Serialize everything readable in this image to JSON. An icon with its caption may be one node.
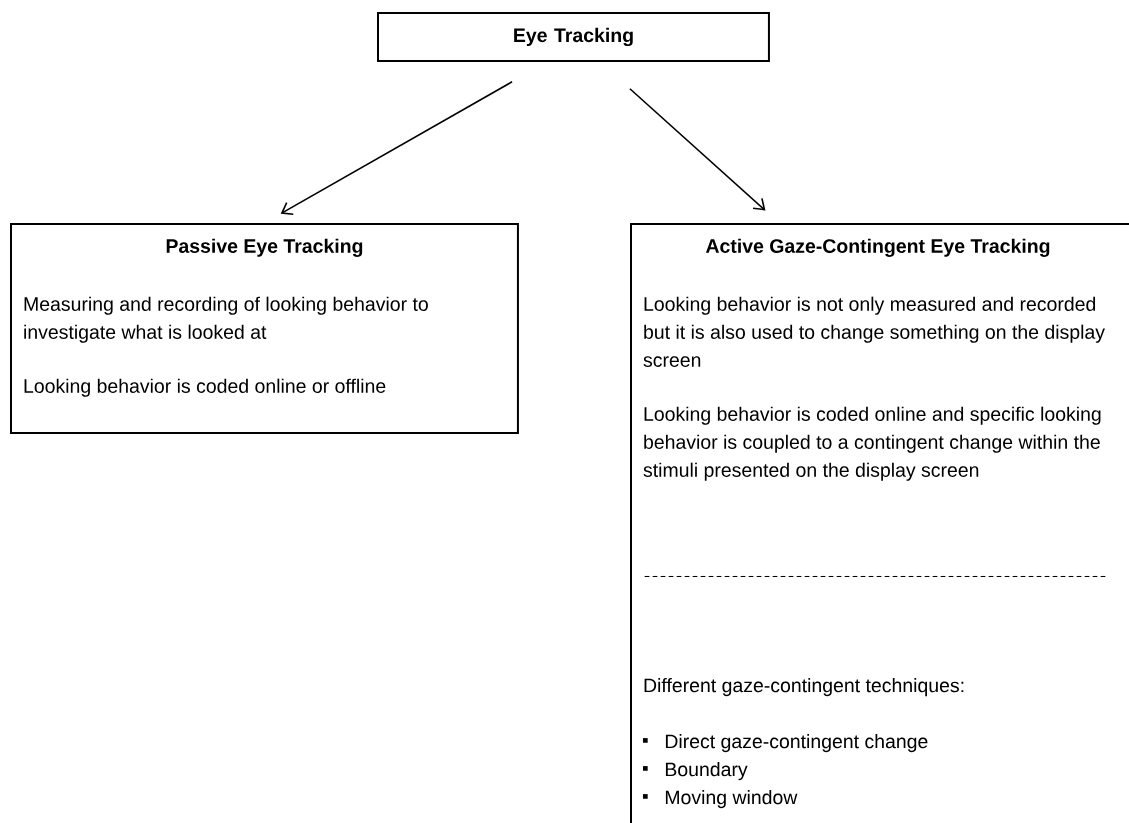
{
  "diagram": {
    "nodes": [
      {
        "text": [
          "Eye Tracking"
        ]
      },
      {
        "text": [
          "Passive Eye Tracking",
          "Measuring and recording of looking behavior to investigate what is looked at",
          "Looking behavior is coded online or offline"
        ]
      },
      {
        "text": [
          "Active Gaze-Contingent Eye Tracking",
          "Looking behavior is not only measured and recorded but it is also used to change something on the display screen",
          "Looking behavior is coded online and specific looking behavior is coupled to a contingent change within the stimuli presented on the display screen",
          "Different gaze-contingent techniques:",
          "Direct gaze-contingent change",
          "Boundary",
          "Moving window"
        ]
      }
    ],
    "edges": [
      {
        "from": 0,
        "to": 1,
        "arrow": "to"
      },
      {
        "from": 0,
        "to": 2,
        "arrow": "to"
      }
    ]
  }
}
